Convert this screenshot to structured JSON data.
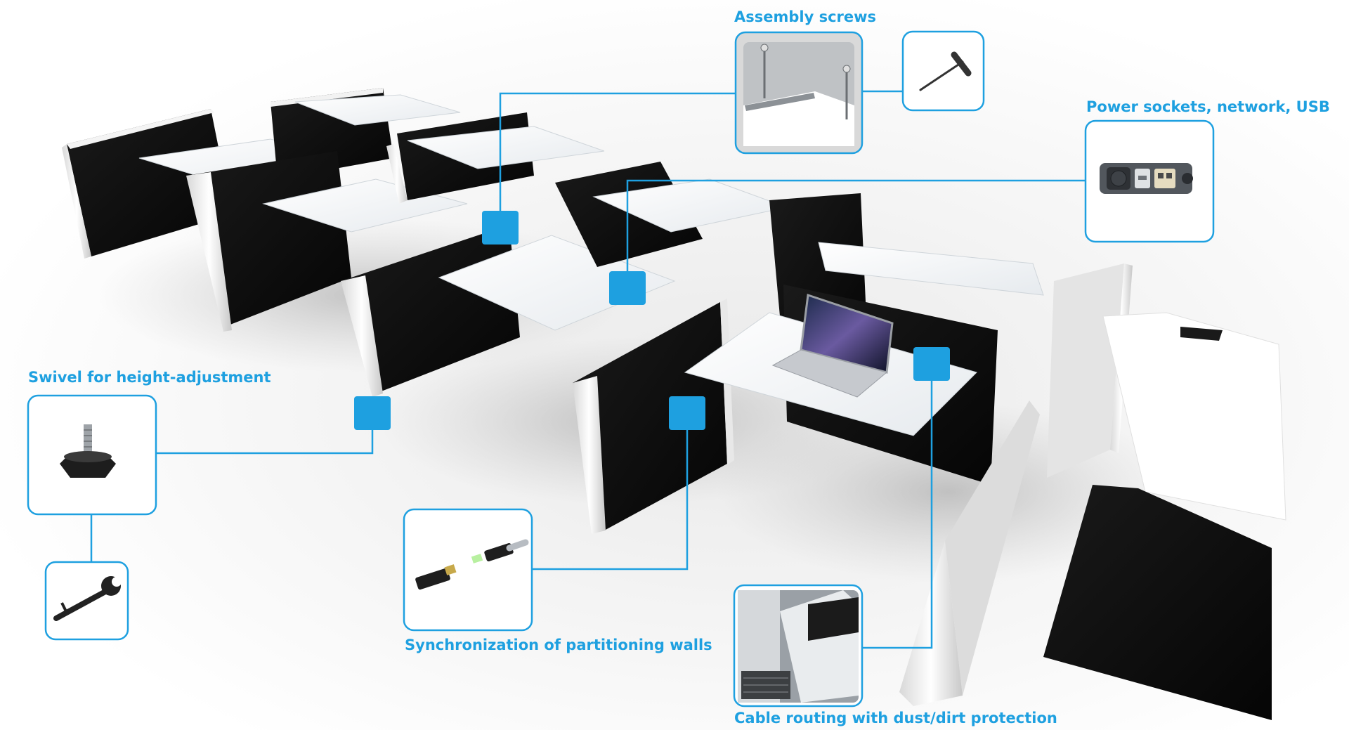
{
  "accent_color": "#1ea0e0",
  "labels": {
    "assembly_screws": "Assembly screws",
    "power_sockets": "Power sockets, network, USB",
    "swivel": "Swivel for height-adjustment",
    "synchronization": "Synchronization of partitioning walls",
    "cable_routing": "Cable routing with dust/dirt protection"
  },
  "icons": {
    "assembly_screws_detail": "screw-bracket-icon",
    "assembly_screws_tool": "hex-key-icon",
    "power_sockets_detail": "socket-panel-icon",
    "swivel_detail": "leveling-foot-icon",
    "swivel_tool": "wrench-icon",
    "synchronization_detail": "connector-plug-icon",
    "cable_routing_detail": "cable-channel-icon"
  }
}
